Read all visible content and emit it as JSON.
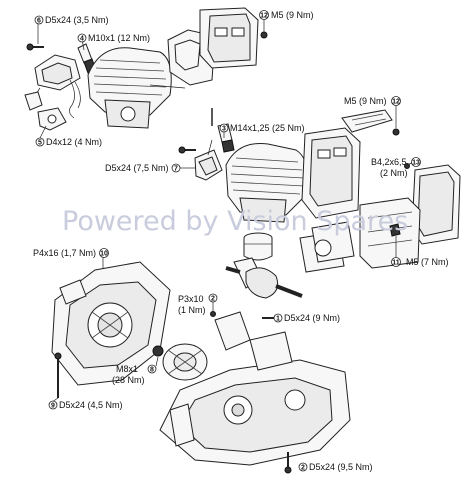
{
  "watermark": "Powered by Vision Spares",
  "callouts": [
    {
      "num": "6",
      "text": "D5x24 (3,5 Nm)"
    },
    {
      "num": "4",
      "text": "M10x1 (12 Nm)"
    },
    {
      "num": "5",
      "text": "D4x12 (4 Nm)"
    },
    {
      "num": "12",
      "text": "M5 (9 Nm)"
    },
    {
      "num": "3",
      "text": "M14x1,25 (25 Nm)"
    },
    {
      "num": "7",
      "text": "D5x24 (7,5 Nm)"
    },
    {
      "num": "12",
      "text": "M5 (9 Nm)"
    },
    {
      "num": "13",
      "text": "B4,2x6,5",
      "text2": "(2 Nm)"
    },
    {
      "num": "11",
      "text": "M5 (7 Nm)"
    },
    {
      "num": "10",
      "text": "P4x16 (1,7 Nm)"
    },
    {
      "num": "2",
      "text": "P3x10",
      "text2": "(1 Nm)"
    },
    {
      "num": "1",
      "text": "D5x24 (9 Nm)"
    },
    {
      "num": "8",
      "text": "M8x1",
      "text2": "(28 Nm)"
    },
    {
      "num": "9",
      "text": "D5x24 (4,5 Nm)"
    },
    {
      "num": "2",
      "text": "D5x24 (9,5 Nm)"
    }
  ]
}
